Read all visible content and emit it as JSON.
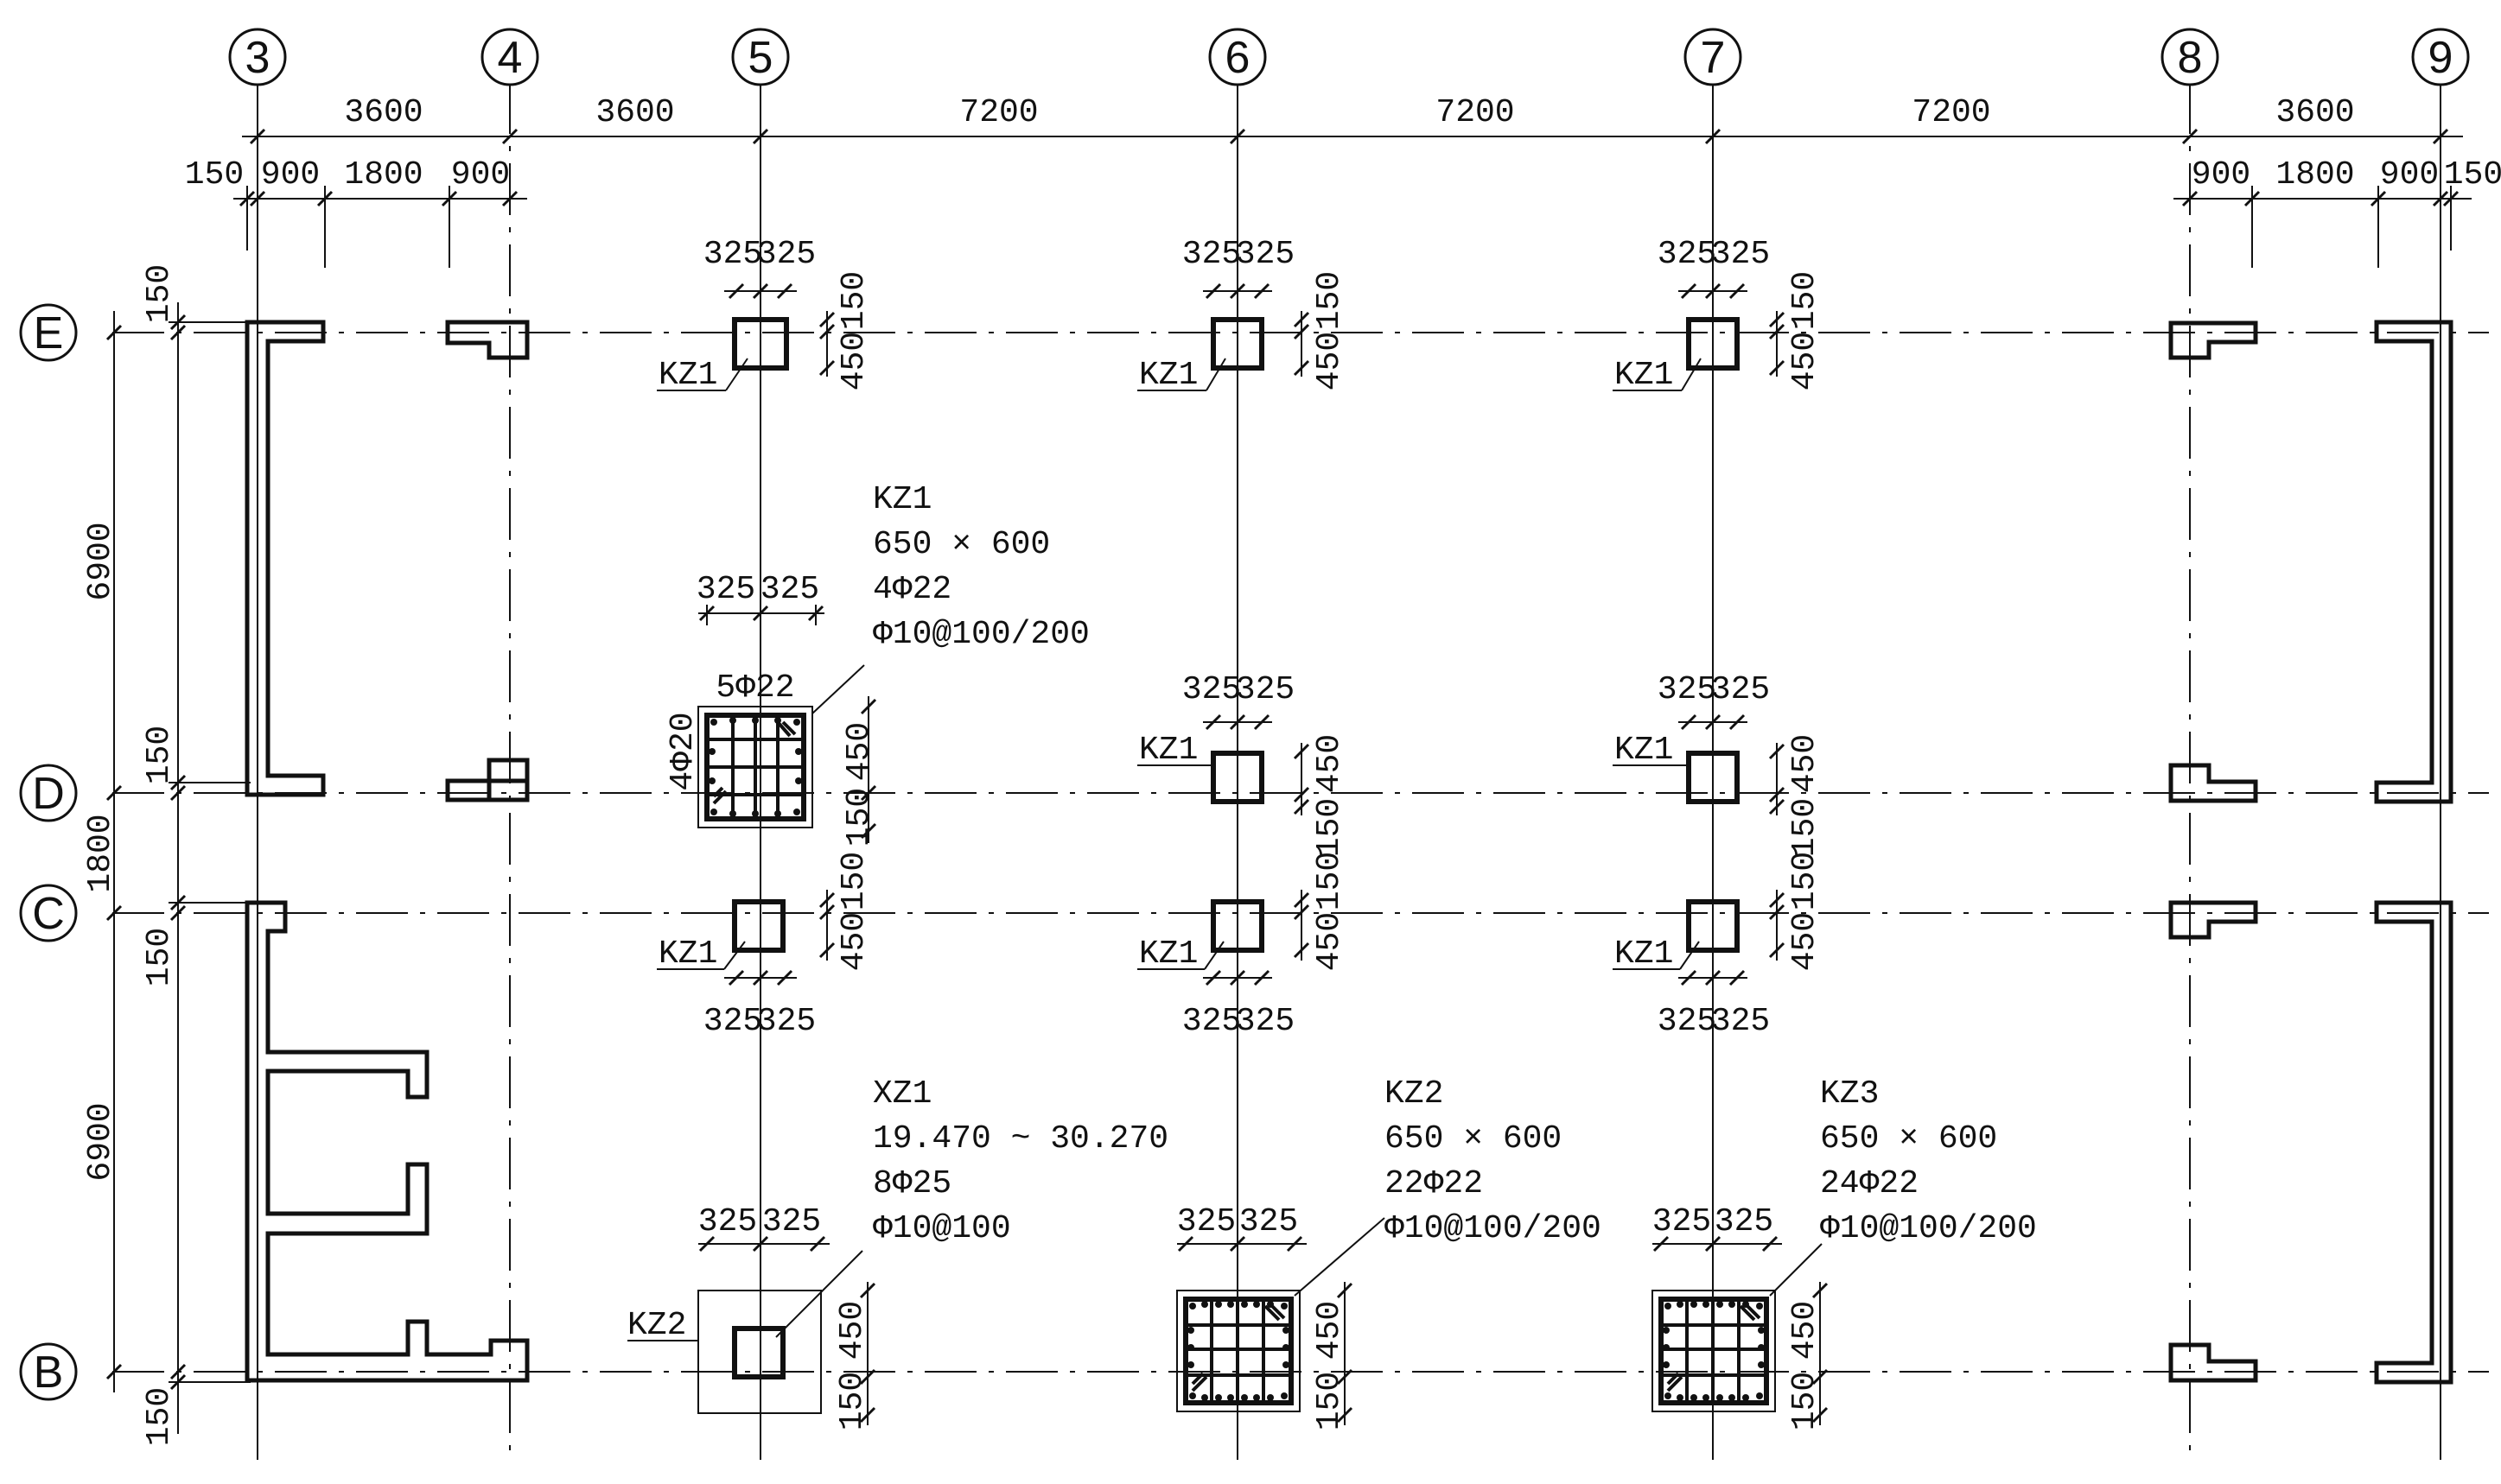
{
  "grid": {
    "vertical_axes": [
      "3",
      "4",
      "5",
      "6",
      "7",
      "8",
      "9"
    ],
    "horizontal_axes": [
      "E",
      "D",
      "C",
      "B"
    ]
  },
  "dims": {
    "top_spans": [
      "3600",
      "3600",
      "7200",
      "7200",
      "7200",
      "3600"
    ],
    "top_sub_left": [
      "150",
      "900",
      "1800",
      "900"
    ],
    "top_sub_right": [
      "900",
      "1800",
      "900",
      "150"
    ],
    "left_spans": [
      "6900",
      "1800",
      "6900"
    ],
    "left_sub": [
      "150",
      "150",
      "150",
      "150"
    ]
  },
  "column_dims": {
    "half": "325",
    "depth": "450",
    "offset": "150"
  },
  "labels": {
    "kz1": "KZ1",
    "kz2": "KZ2",
    "bar_top_d5": "5Φ22",
    "bar_side_d5": "4Φ20"
  },
  "callouts": {
    "kz1": [
      "KZ1",
      "650 × 600",
      "4Φ22",
      "Φ10@100/200"
    ],
    "xz1": [
      "XZ1",
      "19.470 ~ 30.270",
      "8Φ25",
      "Φ10@100"
    ],
    "kz2": [
      "KZ2",
      "650 × 600",
      "22Φ22",
      "Φ10@100/200"
    ],
    "kz3": [
      "KZ3",
      "650 × 600",
      "24Φ22",
      "Φ10@100/200"
    ]
  }
}
